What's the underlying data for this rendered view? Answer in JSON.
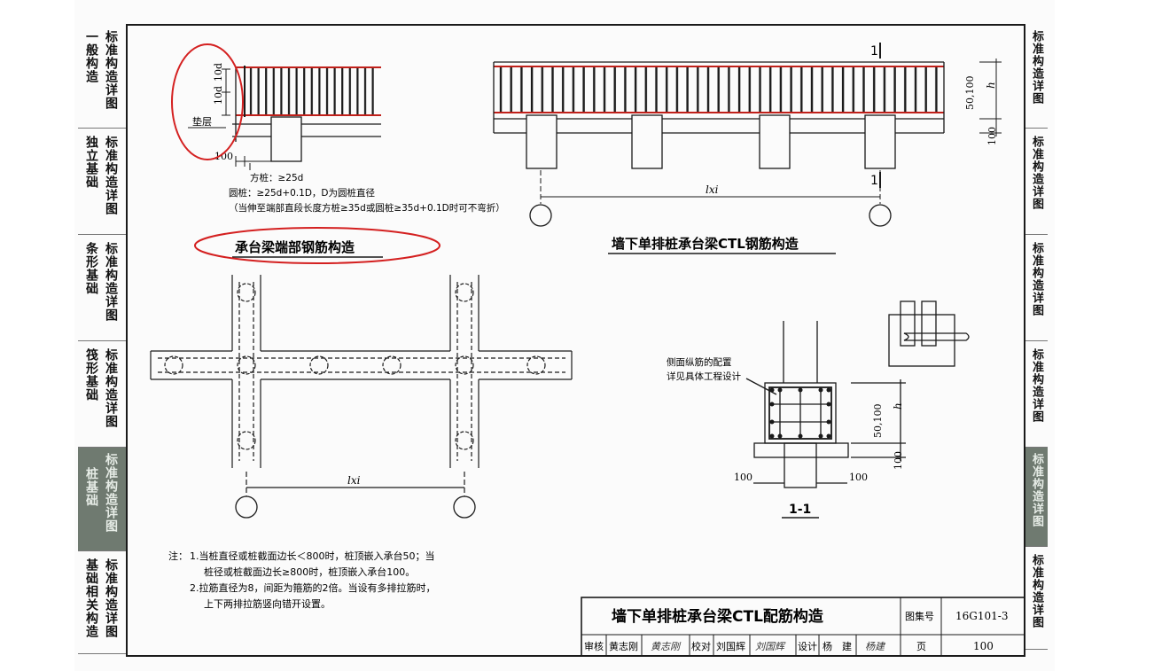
{
  "left_tabs": [
    {
      "l1": "一般构造",
      "l2": "标准构造详图",
      "active": false
    },
    {
      "l1": "独立基础",
      "l2": "标准构造详图",
      "active": false
    },
    {
      "l1": "条形基础",
      "l2": "标准构造详图",
      "active": false
    },
    {
      "l1": "筏形基础",
      "l2": "标准构造详图",
      "active": false
    },
    {
      "l1": "桩基础",
      "l2": "标准构造详图",
      "active": true
    },
    {
      "l1": "基础相关构造",
      "l2": "标准构造详图",
      "active": false
    }
  ],
  "right_tabs": [
    {
      "label": "标准构造详图",
      "active": false
    },
    {
      "label": "标准构造详图",
      "active": false
    },
    {
      "label": "标准构造详图",
      "active": false
    },
    {
      "label": "标准构造详图",
      "active": false
    },
    {
      "label": "标准构造详图",
      "active": true
    },
    {
      "label": "标准构造详图",
      "active": false
    }
  ],
  "end_detail": {
    "dim_10d_top": "10d",
    "dim_10d_bottom": "10d",
    "cushion_label": "垫层",
    "dim_100": "100",
    "note_square": "方桩：≥25d",
    "note_round": "圆桩：≥25d+0.1D，D为圆桩直径",
    "note_paren": "（当伸至端部直段长度方桩≥35d或圆桩≥35d+0.1D时可不弯折）",
    "title": "承台梁端部钢筋构造"
  },
  "elevation": {
    "section_mark": "1",
    "dim_lxi": "lxi",
    "dim_50_100": "50,100",
    "dim_h": "h",
    "dim_100": "100",
    "title": "墙下单排桩承台梁CTL钢筋构造"
  },
  "plan": {
    "dim_lxi": "lxi"
  },
  "section": {
    "note_line1": "侧面纵筋的配置",
    "note_line2": "详见具体工程设计",
    "dim_50_100": "50,100",
    "dim_h": "h",
    "dim_100_right": "100",
    "dim_100_left": "100",
    "dim_100_bottom_right": "100",
    "title": "1-1"
  },
  "notes": {
    "label": "注：",
    "n1a": "1.当桩直径或桩截面边长＜800时，桩顶嵌入承台50；当",
    "n1b": "桩径或桩截面边长≥800时，桩顶嵌入承台100。",
    "n2a": "2.拉筋直径为8，间距为箍筋的2倍。当设有多排拉筋时，",
    "n2b": "上下两排拉筋竖向错开设置。"
  },
  "title_block": {
    "drawing_title": "墙下单排桩承台梁CTL配筋构造",
    "atlas_label": "图集号",
    "atlas_no": "16G101-3",
    "review_label": "审核",
    "reviewer": "黄志刚",
    "review_sign": "黄志刚",
    "check_label": "校对",
    "checker": "刘国辉",
    "check_sign": "刘国辉",
    "design_label": "设计",
    "designer": "杨　建",
    "design_sign": "杨建",
    "page_label": "页",
    "page_no": "100"
  },
  "colors": {
    "line": "#1a1a1a",
    "rebar_red": "#c0201a",
    "annotation_red": "#d42020",
    "tab_active": "#6f7a70"
  }
}
